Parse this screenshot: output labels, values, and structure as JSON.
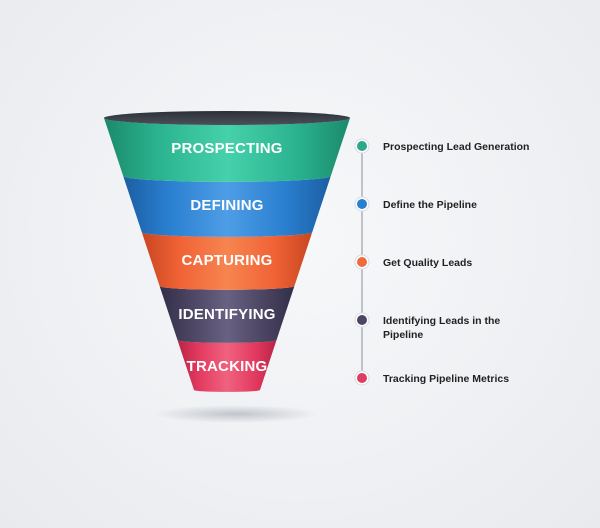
{
  "stages": [
    {
      "label": "PROSPECTING",
      "description": [
        "Prospecting Lead Generation"
      ],
      "color": "#2bb38f",
      "dark": "#1a8a6c",
      "light": "#45d1ab",
      "dot": "#2aa98a"
    },
    {
      "label": "DEFINING",
      "description": [
        "Define the Pipeline"
      ],
      "color": "#2a7fd0",
      "dark": "#1b5ea3",
      "light": "#4e9de6",
      "dot": "#2a7fd0"
    },
    {
      "label": "CAPTURING",
      "description": [
        "Get Quality Leads"
      ],
      "color": "#f06236",
      "dark": "#c8461f",
      "light": "#f7854f",
      "dot": "#ef6a3e"
    },
    {
      "label": "IDENTIFYING",
      "description": [
        "Identifying Leads in the",
        "Pipeline"
      ],
      "color": "#4a4462",
      "dark": "#332e47",
      "light": "#686182",
      "dot": "#4c4566"
    },
    {
      "label": "TRACKING",
      "description": [
        "Tracking Pipeline Metrics"
      ],
      "color": "#e33a60",
      "dark": "#b82446",
      "light": "#f0627f",
      "dot": "#e03b62"
    }
  ],
  "rim_color": "#3a3f48"
}
